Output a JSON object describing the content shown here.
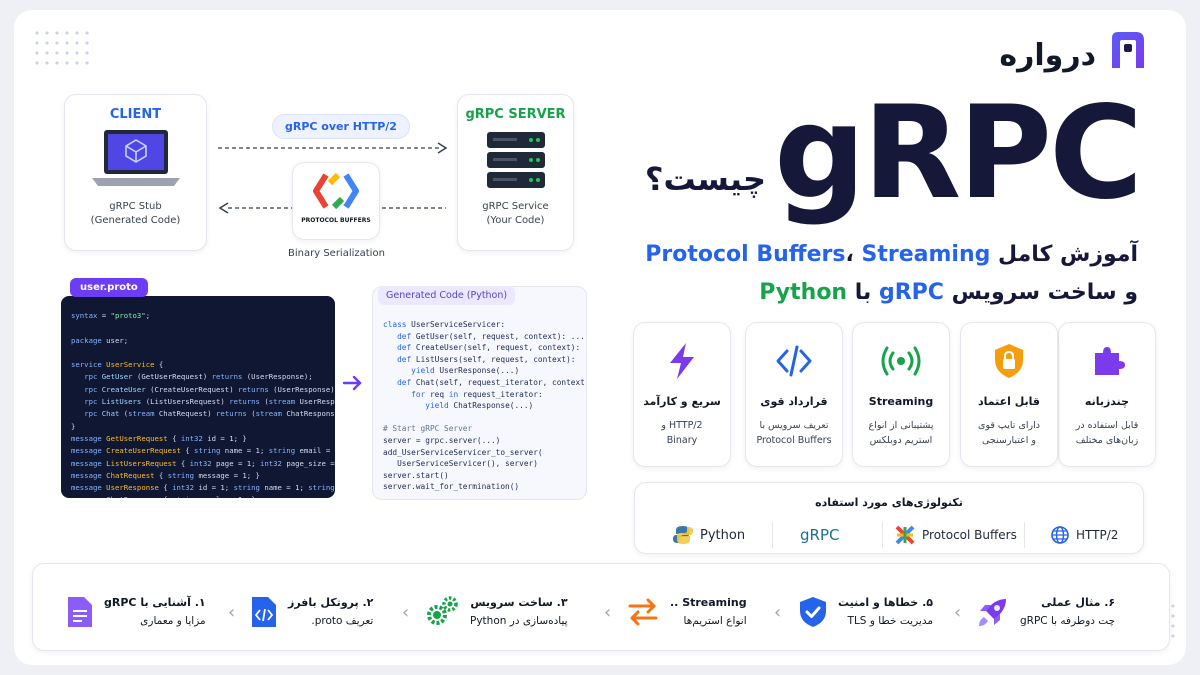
{
  "brand": {
    "name": "درواره"
  },
  "hero": {
    "title": "gRPC",
    "question": "چیست؟",
    "line1_prefix": "آموزش کامل",
    "line1_pb": "Protocol Buffers",
    "line1_sep": "،",
    "line1_streaming": "Streaming",
    "line2_prefix": "و ساخت سرویس",
    "line2_grpc": "gRPC",
    "line2_with": "با",
    "line2_python": "Python"
  },
  "diagram": {
    "client_title": "CLIENT",
    "client_sub1": "gRPC Stub",
    "client_sub2": "(Generated Code)",
    "transport": "gRPC over HTTP/2",
    "pb_logo_text": "PROTOCOL BUFFERS",
    "serialization": "Binary Serialization",
    "server_title": "gRPC SERVER",
    "server_sub1": "gRPC Service",
    "server_sub2": "(Your Code)"
  },
  "code": {
    "proto_tab": "user.proto",
    "generated_tab": "Generated Code (Python)"
  },
  "features": [
    {
      "icon": "puzzle-icon",
      "title": "چندزبانه",
      "d1": "قابل استفاده در",
      "d2": "زبان‌های مختلف",
      "color": "#7c3aed"
    },
    {
      "icon": "lock-shield-icon",
      "title": "قابل اعتماد",
      "d1": "دارای تایپ قوی",
      "d2": "و اعتبارسنجی",
      "color": "#f59e0b"
    },
    {
      "icon": "streaming-icon",
      "title": "Streaming",
      "d1": "پشتیبانی از انواع",
      "d2": "استریم دوبلکس",
      "color": "#16a34a"
    },
    {
      "icon": "code-icon",
      "title": "قرارداد قوی",
      "d1": "تعریف سرویس با",
      "d2": "Protocol Buffers",
      "color": "#2563eb"
    },
    {
      "icon": "lightning-icon",
      "title": "سریع و کارآمد",
      "d1": "HTTP/2 و",
      "d2": "Binary",
      "color": "#7c3aed"
    }
  ],
  "tech": {
    "title": "تکنولوژی‌های مورد استفاده",
    "items": [
      "HTTP/2",
      "Protocol Buffers",
      "gRPC",
      "Python"
    ]
  },
  "steps": [
    {
      "icon": "document-icon",
      "t1": "۱. آشنایی با gRPC",
      "t2": "مزایا و معماری",
      "color": "#8b5cf6"
    },
    {
      "icon": "code-file-icon",
      "t1": "۲. پروتکل بافرز",
      "t2": "تعریف proto.",
      "color": "#2563eb"
    },
    {
      "icon": "gears-icon",
      "t1": "۳. ساخت سرویس",
      "t2": "پیاده‌سازی در Python",
      "color": "#16a34a"
    },
    {
      "icon": "swap-arrows-icon",
      "t1": "Streaming ..",
      "t2": "انواع استریم‌ها",
      "color": "#f97316"
    },
    {
      "icon": "shield-check-icon",
      "t1": "۵. خطاها و امنیت",
      "t2": "مدیریت خطا و TLS",
      "color": "#2563eb"
    },
    {
      "icon": "rocket-icon",
      "t1": "۶. مثال عملی",
      "t2": "چت دوطرفه با gRPC",
      "color": "#7c3aed"
    }
  ]
}
